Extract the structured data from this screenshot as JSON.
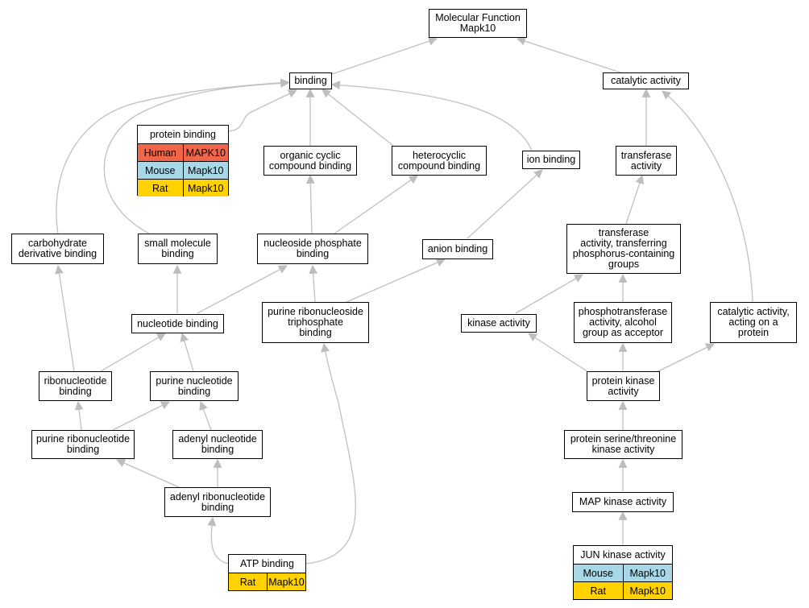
{
  "colors": {
    "edge": "#c0c0c0",
    "arrowhead": "#bdbdbd",
    "human": "#f0664a",
    "mouse": "#a8d8e8",
    "rat": "#ffd200"
  },
  "nodes": {
    "molecular_function": "Molecular Function\nMapk10",
    "binding": "binding",
    "catalytic_activity": "catalytic activity",
    "organic_cyclic": "organic cyclic\ncompound binding",
    "heterocyclic": "heterocyclic\ncompound binding",
    "ion_binding": "ion binding",
    "transferase_activity": "transferase\nactivity",
    "carbohydrate_derivative": "carbohydrate\nderivative binding",
    "small_molecule": "small molecule\nbinding",
    "nucleoside_phosphate": "nucleoside phosphate\nbinding",
    "anion_binding": "anion binding",
    "transferase_phosphorus": "transferase\nactivity, transferring\nphosphorus-containing\ngroups",
    "nucleotide_binding": "nucleotide binding",
    "purine_ribonucleoside_triphosphate": "purine ribonucleoside\ntriphosphate\nbinding",
    "kinase_activity": "kinase activity",
    "phosphotransferase": "phosphotransferase\nactivity, alcohol\ngroup as acceptor",
    "catalytic_on_protein": "catalytic activity,\nacting on a\nprotein",
    "ribonucleotide_binding": "ribonucleotide\nbinding",
    "purine_nucleotide": "purine nucleotide\nbinding",
    "protein_kinase": "protein kinase\nactivity",
    "purine_ribonucleotide": "purine ribonucleotide\nbinding",
    "adenyl_nucleotide": "adenyl nucleotide\nbinding",
    "protein_ser_thr_kinase": "protein serine/threonine\nkinase activity",
    "adenyl_ribonucleotide": "adenyl ribonucleotide\nbinding",
    "map_kinase": "MAP kinase activity"
  },
  "table_nodes": {
    "protein_binding": {
      "title": "protein binding",
      "rows": [
        {
          "species": "Human",
          "gene": "MAPK10",
          "color": "#f0664a"
        },
        {
          "species": "Mouse",
          "gene": "Mapk10",
          "color": "#a8d8e8"
        },
        {
          "species": "Rat",
          "gene": "Mapk10",
          "color": "#ffd200"
        }
      ]
    },
    "atp_binding": {
      "title": "ATP binding",
      "rows": [
        {
          "species": "Rat",
          "gene": "Mapk10",
          "color": "#ffd200"
        }
      ]
    },
    "jun_kinase": {
      "title": "JUN kinase activity",
      "rows": [
        {
          "species": "Mouse",
          "gene": "Mapk10",
          "color": "#a8d8e8"
        },
        {
          "species": "Rat",
          "gene": "Mapk10",
          "color": "#ffd200"
        }
      ]
    }
  }
}
